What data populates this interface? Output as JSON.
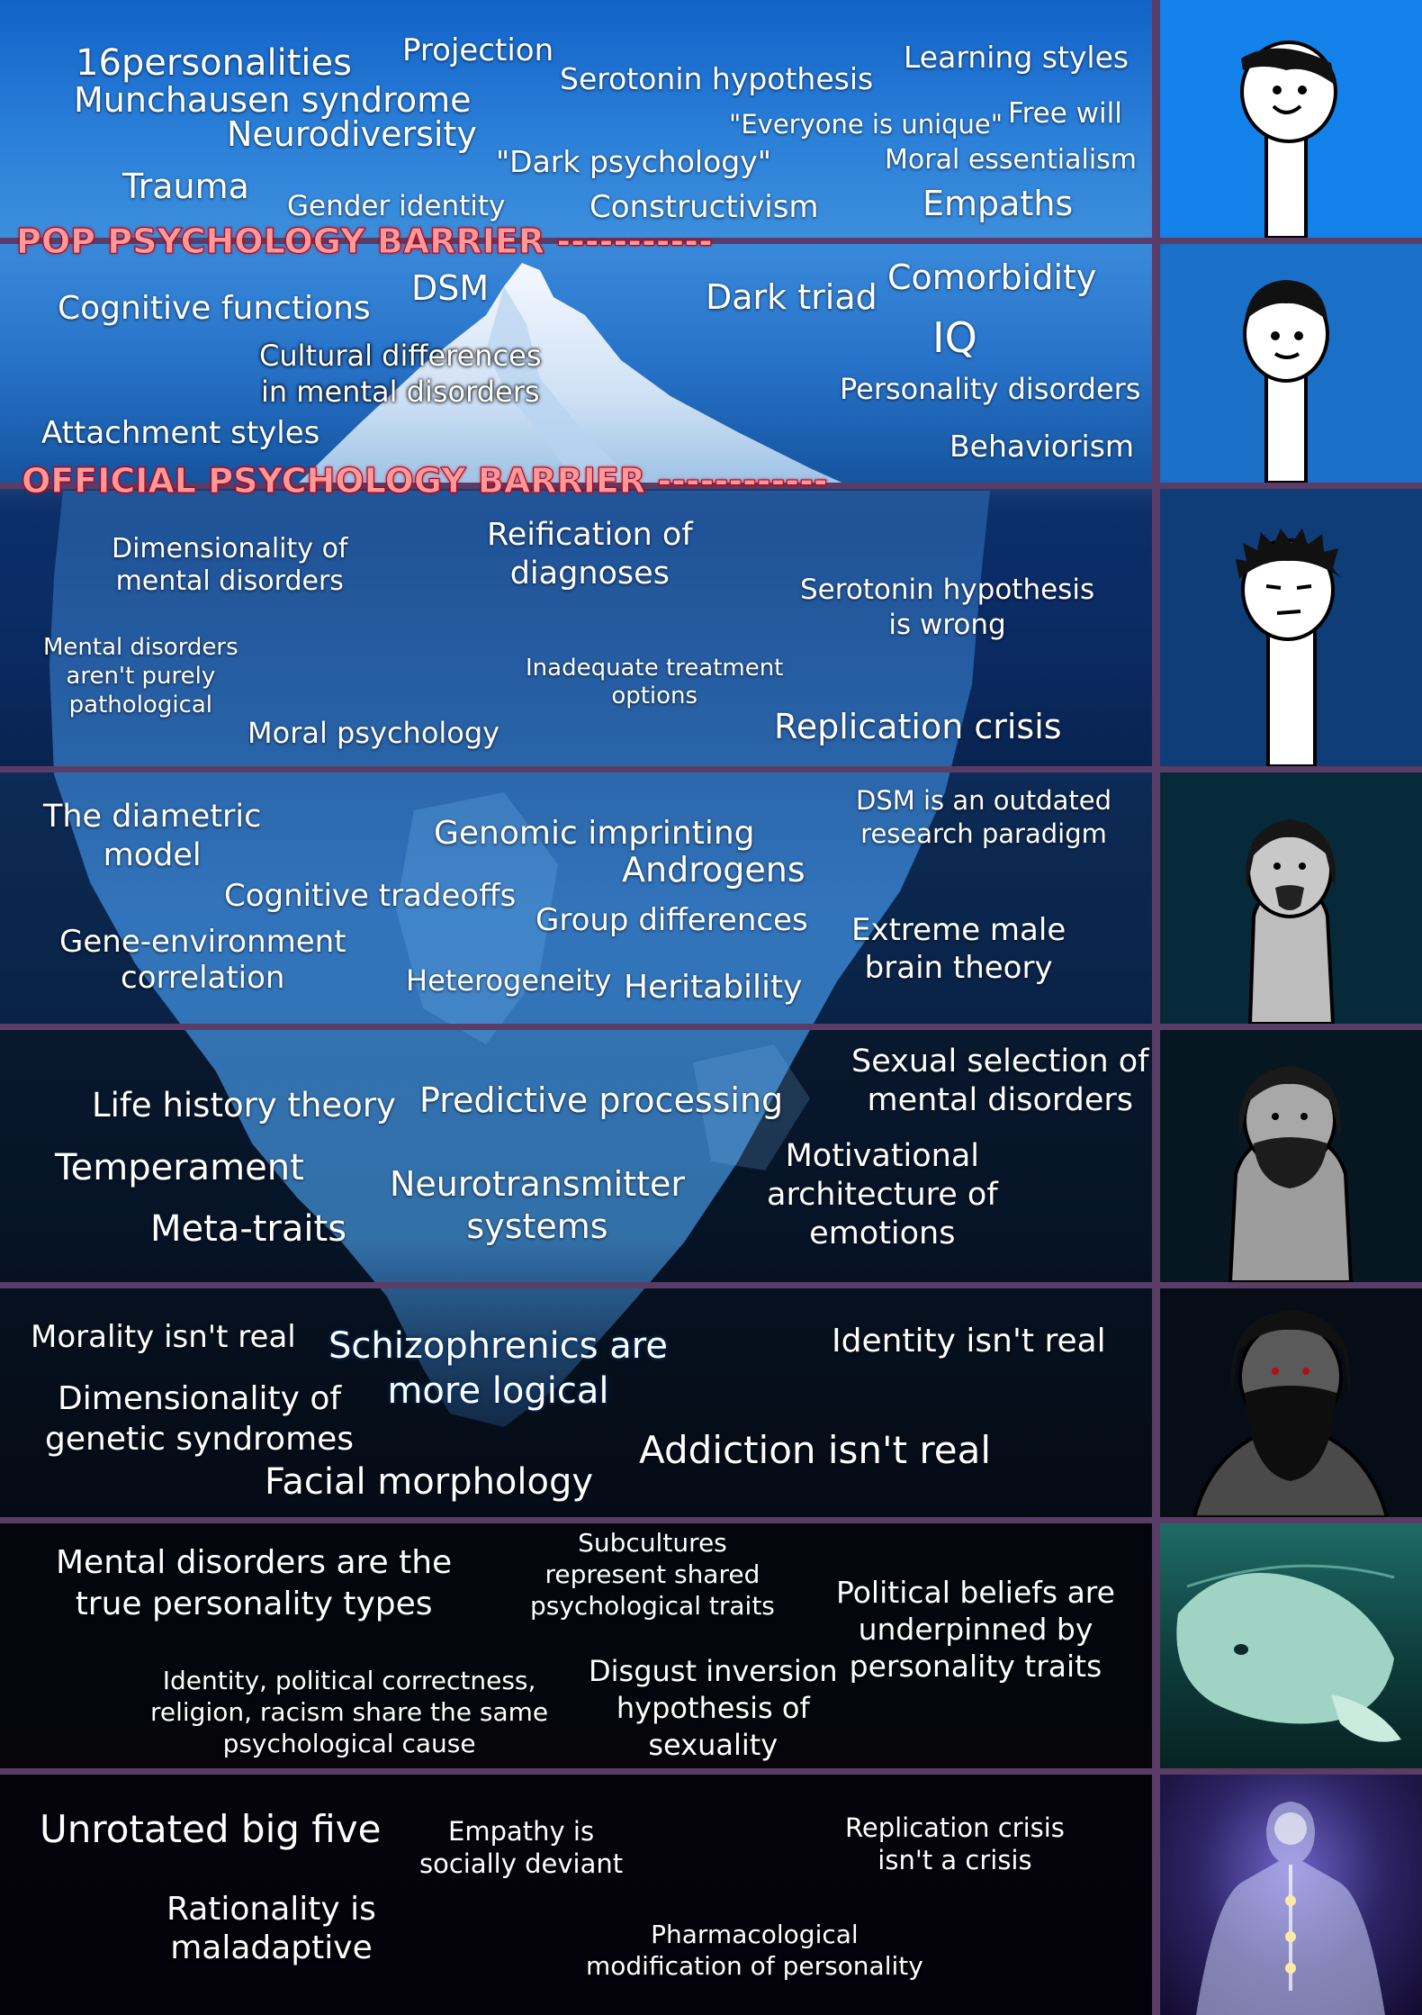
{
  "barriers": {
    "pop": "POP PSYCHOLOGY BARRIER -----------",
    "official": "OFFICIAL PSYCHOLOGY BARRIER ------------"
  },
  "tiers": [
    {
      "id": "tier-1",
      "items": [
        "16personalities",
        "Projection",
        "Munchausen syndrome",
        "Neurodiversity",
        "Serotonin hypothesis",
        "Learning styles",
        "\"Everyone is unique\"",
        "Free will",
        "\"Dark psychology\"",
        "Moral essentialism",
        "Trauma",
        "Gender identity",
        "Constructivism",
        "Empaths"
      ]
    },
    {
      "id": "tier-2",
      "items": [
        "Cognitive functions",
        "DSM",
        "Dark triad",
        "Comorbidity",
        "IQ",
        "Cultural differences\nin mental disorders",
        "Personality disorders",
        "Attachment styles",
        "Behaviorism"
      ]
    },
    {
      "id": "tier-3",
      "items": [
        "Dimensionality of\nmental disorders",
        "Reification of\ndiagnoses",
        "Serotonin hypothesis\nis wrong",
        "Mental disorders\naren't purely\npathological",
        "Inadequate treatment\noptions",
        "Moral psychology",
        "Replication crisis"
      ]
    },
    {
      "id": "tier-4",
      "items": [
        "The diametric\nmodel",
        "Genomic imprinting",
        "DSM is an outdated\nresearch paradigm",
        "Androgens",
        "Cognitive tradeoffs",
        "Group differences",
        "Extreme male\nbrain theory",
        "Gene-environment\ncorrelation",
        "Heterogeneity",
        "Heritability"
      ]
    },
    {
      "id": "tier-5",
      "items": [
        "Sexual selection of\nmental disorders",
        "Life history theory",
        "Predictive processing",
        "Temperament",
        "Motivational\narchitecture of\nemotions",
        "Neurotransmitter\nsystems",
        "Meta-traits"
      ]
    },
    {
      "id": "tier-6",
      "items": [
        "Morality isn't real",
        "Schizophrenics are\nmore logical",
        "Identity isn't real",
        "Dimensionality of\ngenetic syndromes",
        "Addiction isn't real",
        "Facial morphology"
      ]
    },
    {
      "id": "tier-7",
      "items": [
        "Mental disorders are the\ntrue personality types",
        "Subcultures\nrepresent shared\npsychological traits",
        "Political beliefs are\nunderpinned by\npersonality traits",
        "Identity, political correctness,\nreligion, racism share the same\npsychological cause",
        "Disgust inversion\nhypothesis of\nsexuality"
      ]
    },
    {
      "id": "tier-8",
      "items": [
        "Unrotated big five",
        "Empathy is\nsocially deviant",
        "Replication crisis\nisn't a crisis",
        "Rationality is\nmaladaptive",
        "Pharmacological\nmodification of personality"
      ]
    }
  ],
  "portraits": [
    "smiling-stick-figure",
    "content-stick-figure",
    "messy-hair-stick-figure",
    "bearded-long-hair-figure",
    "grey-bearded-figure",
    "shaggy-dark-figure",
    "beluga-whale",
    "glowing-astral-figure"
  ],
  "colors": {
    "divider": "#5a3d66",
    "barrier_text": "#ff9a9a",
    "barrier_outline": "#b00018",
    "label": "#ffffff"
  }
}
